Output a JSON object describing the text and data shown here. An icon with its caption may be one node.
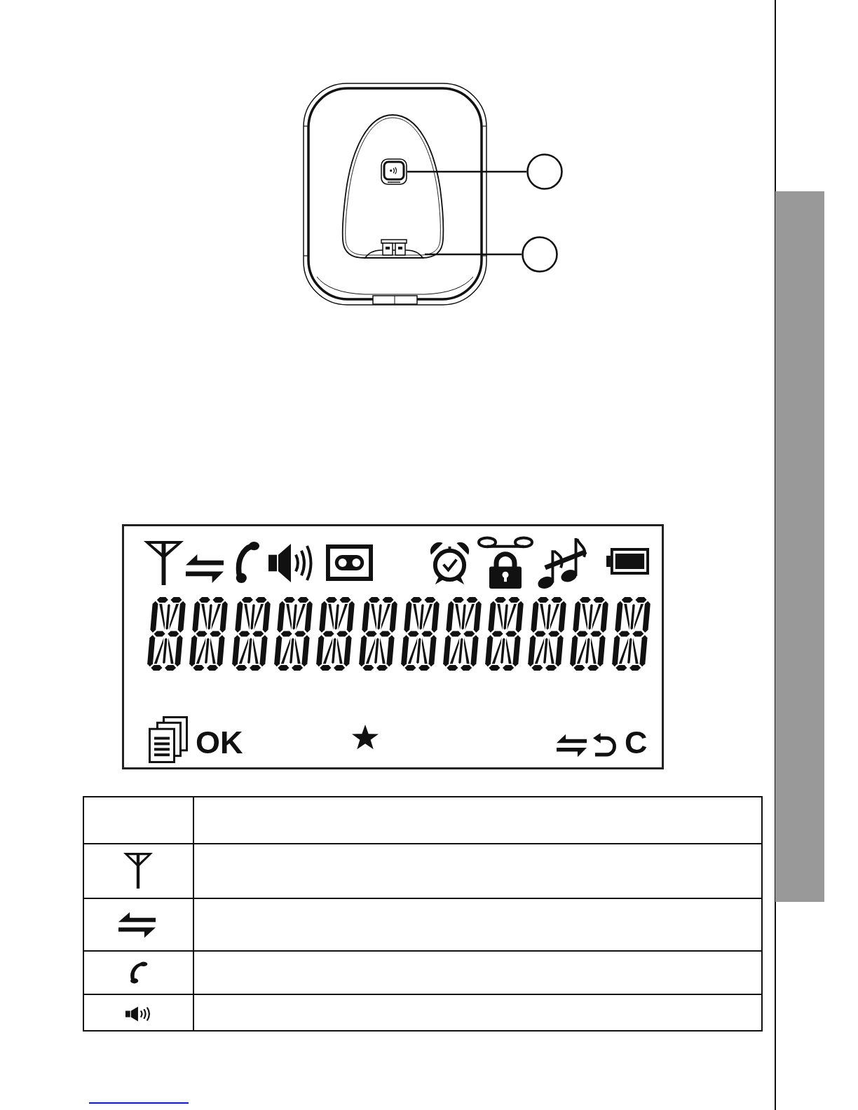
{
  "diagram": {
    "nodes": [
      {
        "text": [],
        "shape": "box"
      },
      {
        "text": [],
        "shape": "circle"
      },
      {
        "text": [],
        "shape": "picture"
      },
      {
        "text": [],
        "shape": "circle"
      }
    ],
    "edges": [
      {
        "from": 1,
        "to": 0,
        "arrow": "none"
      },
      {
        "from": 3,
        "to": 2,
        "arrow": "none"
      }
    ],
    "labels": [
      "OK",
      "C"
    ]
  }
}
